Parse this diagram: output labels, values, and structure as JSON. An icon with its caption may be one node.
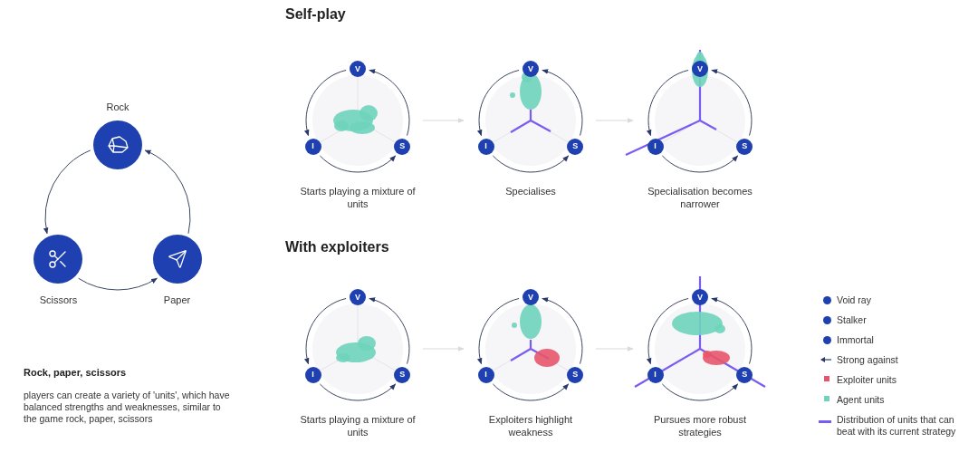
{
  "diagram": {
    "nodes": [
      {
        "text": [
          "Rock"
        ]
      },
      {
        "text": [
          "Scissors"
        ]
      },
      {
        "text": [
          "Paper"
        ]
      },
      {
        "text": [
          "Starts playing a mixture of units"
        ]
      },
      {
        "text": [
          "V"
        ],
        "in": 3
      },
      {
        "text": [
          "I"
        ],
        "in": 3
      },
      {
        "text": [
          "S"
        ],
        "in": 3
      },
      {
        "text": [
          "Specialises"
        ]
      },
      {
        "text": [
          "V"
        ],
        "in": 7
      },
      {
        "text": [
          "I"
        ],
        "in": 7
      },
      {
        "text": [
          "S"
        ],
        "in": 7
      },
      {
        "text": [
          "Specialisation becomes narrower"
        ]
      },
      {
        "text": [
          "V"
        ],
        "in": 11
      },
      {
        "text": [
          "I"
        ],
        "in": 11
      },
      {
        "text": [
          "S"
        ],
        "in": 11
      },
      {
        "text": [
          "Starts playing a mixture of units"
        ]
      },
      {
        "text": [
          "V"
        ],
        "in": 15
      },
      {
        "text": [
          "I"
        ],
        "in": 15
      },
      {
        "text": [
          "S"
        ],
        "in": 15
      },
      {
        "text": [
          "Exploiters highlight weakness"
        ]
      },
      {
        "text": [
          "V"
        ],
        "in": 19
      },
      {
        "text": [
          "I"
        ],
        "in": 19
      },
      {
        "text": [
          "S"
        ],
        "in": 19
      },
      {
        "text": [
          "Pursues more robust strategies"
        ]
      },
      {
        "text": [
          "V"
        ],
        "in": 23
      },
      {
        "text": [
          "I"
        ],
        "in": 23
      },
      {
        "text": [
          "S"
        ],
        "in": 23
      }
    ],
    "edges": [
      {
        "from": 0,
        "to": 1,
        "arrow": "to"
      },
      {
        "from": 1,
        "to": 2,
        "arrow": "to"
      },
      {
        "from": 2,
        "to": 0,
        "arrow": "to"
      },
      {
        "from": 4,
        "to": 5,
        "arrow": "to"
      },
      {
        "from": 5,
        "to": 6,
        "arrow": "to"
      },
      {
        "from": 6,
        "to": 4,
        "arrow": "to"
      },
      {
        "from": 3,
        "to": 7,
        "arrow": "to",
        "color": "#d9d9de"
      },
      {
        "from": 8,
        "to": 9,
        "arrow": "to"
      },
      {
        "from": 9,
        "to": 10,
        "arrow": "to"
      },
      {
        "from": 10,
        "to": 8,
        "arrow": "to"
      },
      {
        "from": 7,
        "to": 11,
        "arrow": "to",
        "color": "#d9d9de"
      },
      {
        "from": 12,
        "to": 13,
        "arrow": "to"
      },
      {
        "from": 13,
        "to": 14,
        "arrow": "to"
      },
      {
        "from": 14,
        "to": 12,
        "arrow": "to"
      },
      {
        "from": 16,
        "to": 17,
        "arrow": "to"
      },
      {
        "from": 17,
        "to": 18,
        "arrow": "to"
      },
      {
        "from": 18,
        "to": 16,
        "arrow": "to"
      },
      {
        "from": 15,
        "to": 19,
        "arrow": "to",
        "color": "#d9d9de"
      },
      {
        "from": 20,
        "to": 21,
        "arrow": "to"
      },
      {
        "from": 21,
        "to": 22,
        "arrow": "to"
      },
      {
        "from": 22,
        "to": 20,
        "arrow": "to"
      },
      {
        "from": 19,
        "to": 23,
        "arrow": "to",
        "color": "#d9d9de"
      },
      {
        "from": 24,
        "to": 25,
        "arrow": "to"
      },
      {
        "from": 25,
        "to": 26,
        "arrow": "to"
      },
      {
        "from": 26,
        "to": 24,
        "arrow": "to"
      }
    ],
    "labels": [
      "Self-play",
      "With exploiters",
      "Rock, paper, scissors",
      "players can create a variety of 'units', which have balanced strengths and weaknesses, similar to the game rock, paper, scissors"
    ],
    "legend": [
      {
        "text": "Void ray",
        "color": "#1f40b0"
      },
      {
        "text": "Stalker",
        "color": "#1f40b0"
      },
      {
        "text": "Immortal",
        "color": "#1f40b0"
      },
      {
        "text": "Strong against"
      },
      {
        "text": "Exploiter units",
        "color": "#e8556a"
      },
      {
        "text": "Agent units",
        "color": "#6fd4bb"
      },
      {
        "text": "Distribution of units that can beat with its current strategy"
      }
    ]
  }
}
